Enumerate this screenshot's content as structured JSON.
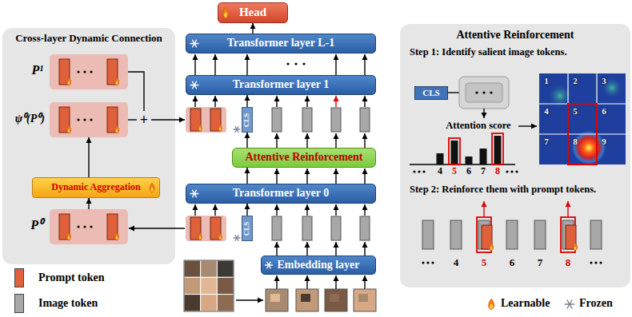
{
  "diagram": {
    "nodes": [
      {
        "text": [
          "Cross-layer Dynamic Connection"
        ]
      },
      {
        "text": [
          "P¹"
        ],
        "in": 0
      },
      {
        "text": [
          "ψ⁰(P⁰)"
        ],
        "in": 0
      },
      {
        "text": [
          "Dynamic Aggregation"
        ],
        "in": 0
      },
      {
        "text": [
          "P⁰"
        ],
        "in": 0
      },
      {
        "text": [
          "Head"
        ]
      },
      {
        "text": [
          "Transformer layer L-1"
        ]
      },
      {
        "text": [
          "Transformer layer 1"
        ]
      },
      {
        "text": [
          "CLS"
        ]
      },
      {
        "text": [
          "Attentive Reinforcement"
        ]
      },
      {
        "text": [
          "Transformer layer 0"
        ]
      },
      {
        "text": [
          "CLS"
        ]
      },
      {
        "text": [
          "Embedding layer"
        ]
      },
      {
        "text": [
          "Attentive Reinforcement",
          "Step 1: Identify salient image tokens.",
          "Step 2: Reinforce them with prompt tokens."
        ]
      },
      {
        "text": [
          "CLS"
        ],
        "in": 13
      }
    ],
    "edges": [
      {
        "from": 6,
        "to": 5,
        "arrow": "to"
      },
      {
        "from": 8,
        "to": 7,
        "arrow": "to"
      },
      {
        "from": 9,
        "to": 8,
        "arrow": "to"
      },
      {
        "from": 10,
        "to": 9,
        "arrow": "to"
      },
      {
        "from": 11,
        "to": 10,
        "arrow": "to"
      },
      {
        "from": 4,
        "to": 3,
        "arrow": "to"
      },
      {
        "from": 3,
        "to": 2,
        "arrow": "to"
      }
    ],
    "labels": [
      "+",
      "Attention score",
      "4",
      "5",
      "6",
      "7",
      "8",
      "1",
      "2",
      "3",
      "4",
      "5",
      "6",
      "7",
      "8",
      "9",
      "4",
      "5",
      "6",
      "7",
      "8"
    ],
    "legend": [
      {
        "text": "Prompt token",
        "color": "#e0603a"
      },
      {
        "text": "Image token",
        "color": "#a8a8a8"
      },
      {
        "text": "Learnable"
      },
      {
        "text": "Frozen"
      }
    ]
  }
}
